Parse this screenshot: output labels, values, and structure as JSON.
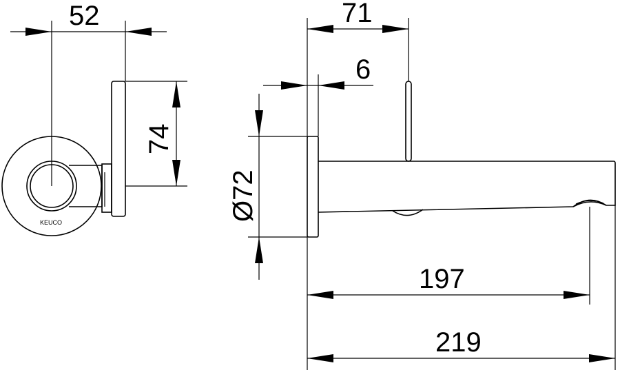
{
  "brand_logo": "KEUCO",
  "dimensions": {
    "width_52": "52",
    "height_74": "74",
    "depth_71": "71",
    "plate_6": "6",
    "rosette_dia": "Ø72",
    "spout_197": "197",
    "overall_219": "219"
  }
}
